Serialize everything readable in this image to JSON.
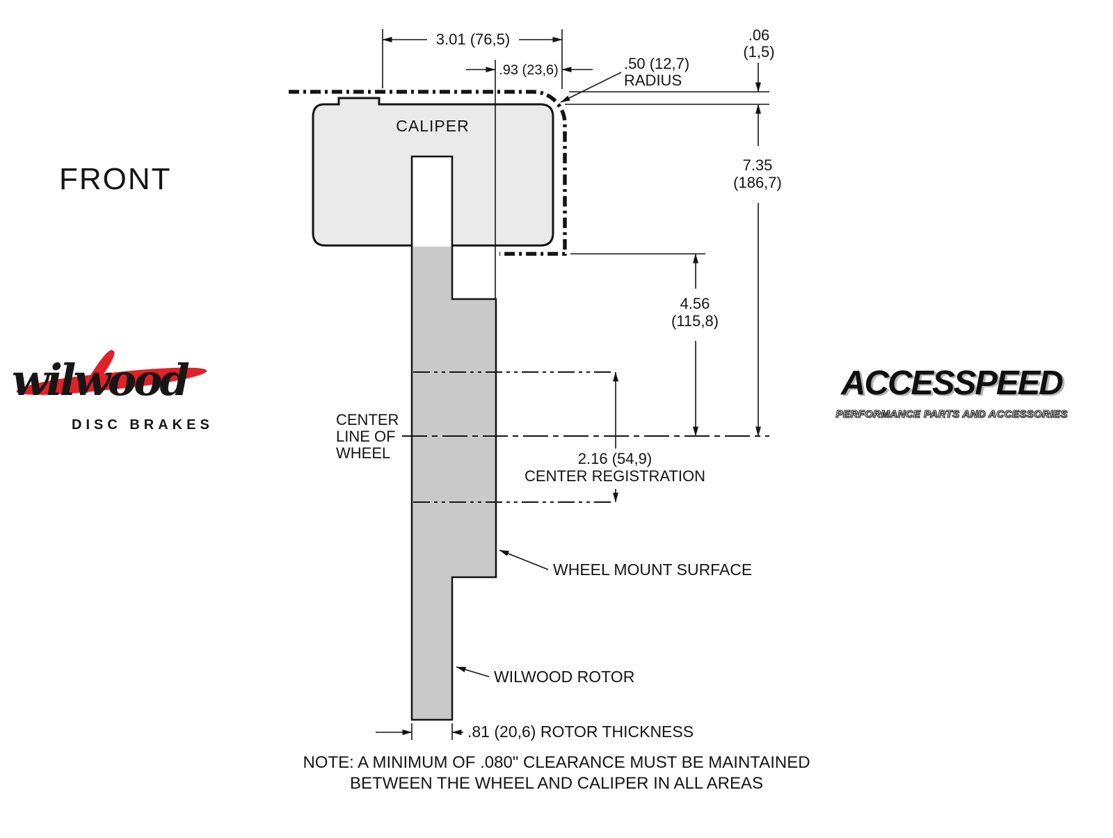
{
  "page": {
    "view_label": "FRONT"
  },
  "drawing": {
    "caliper_label": "CALIPER",
    "dims": {
      "d301": "3.01 (76,5)",
      "d093": ".93 (23,6)",
      "d050_l1": ".50 (12,7)",
      "d050_l2": "RADIUS",
      "d006_l1": ".06",
      "d006_l2": "(1,5)",
      "d735_l1": "7.35",
      "d735_l2": "(186,7)",
      "d456_l1": "4.56",
      "d456_l2": "(115,8)",
      "d216_l1": "2.16 (54,9)",
      "d216_l2": "CENTER REGISTRATION",
      "d081": ".81 (20,6) ROTOR THICKNESS"
    },
    "labels": {
      "centerline_l1": "CENTER",
      "centerline_l2": "LINE OF",
      "centerline_l3": "WHEEL",
      "wheel_mount_surface": "WHEEL MOUNT SURFACE",
      "wilwood_rotor": "WILWOOD ROTOR"
    },
    "note_l1": "NOTE: A MINIMUM OF .080\" CLEARANCE MUST BE MAINTAINED",
    "note_l2": "BETWEEN THE WHEEL AND CALIPER IN ALL AREAS"
  },
  "logos": {
    "wilwood": {
      "wordmark": "wilwood",
      "subtitle": "DISC BRAKES",
      "red": "#e02128"
    },
    "accesspeed": {
      "wordmark": "ACCESSPEED",
      "subtitle": "PERFORMANCE PARTS AND ACCESSORIES"
    }
  },
  "colors": {
    "background": "#ffffff",
    "line": "#141414",
    "caliper_fill": "#eaeaea",
    "rotor_fill": "#c9c9c9",
    "slot_fill": "#ffffff"
  }
}
